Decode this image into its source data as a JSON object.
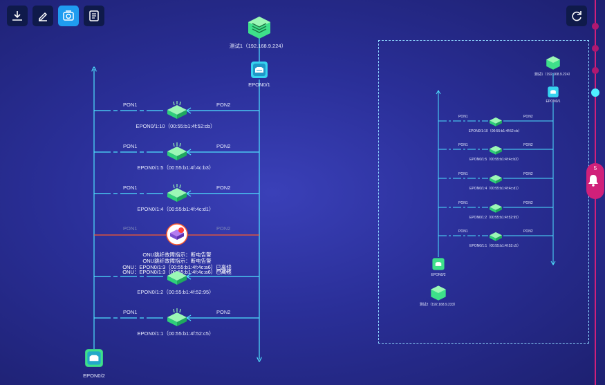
{
  "toolbar": {
    "download": "download-icon",
    "edit": "edit-icon",
    "photo": "photo-icon",
    "document": "document-icon",
    "refresh": "refresh-icon"
  },
  "main": {
    "olt_label": "测试1（192.168.9.224）",
    "top_port": "EPON0/1",
    "bottom_port": "EPON0/2",
    "pon1": "PON1",
    "pon2": "PON2",
    "onus": [
      {
        "label": "EPON0/1:10（00:55:b1:4f:52:cb）"
      },
      {
        "label": "EPON0/1:5（00:55:b1:4f:4c:b3）"
      },
      {
        "label": "EPON0/1:4（00:55:b1:4f:4c:d1）"
      },
      {
        "label": "EPON0/1:2（00:55:b1:4f:52:95）"
      },
      {
        "label": "EPON0/1:1（00:55:b1:4f:52:c5）"
      }
    ],
    "alarm": {
      "line1": "ONU跳纤故障指示：断电告警",
      "line2": "ONU跳纤故障指示：断电告警",
      "line3": "ONU：EPON0/1:3（00:55:b1:4f:4c:a6）已离线",
      "line4": "ONU：EPON0/1:3（00:55:b1:4f:4c:a6）已离线"
    }
  },
  "mini": {
    "olt_label": "测试1（192.168.9.224）",
    "top_port": "EPON0/1",
    "bottom_port": "EPON0/2",
    "olt2_label": "测试2（192.168.9.233）",
    "pon1": "PON1",
    "pon2": "PON2",
    "onus": [
      {
        "label": "EPON0/1:10（00:55:b1:4f:52:cb）"
      },
      {
        "label": "EPON0/1:5（00:55:b1:4f:4c:b3）"
      },
      {
        "label": "EPON0/1:4（00:55:b1:4f:4c:d1）"
      },
      {
        "label": "EPON0/1:2（00:55:b1:4f:52:95）"
      },
      {
        "label": "EPON0/1:1（00:55:b1:4f:52:c5）"
      }
    ]
  },
  "alerts": {
    "count": "5"
  }
}
